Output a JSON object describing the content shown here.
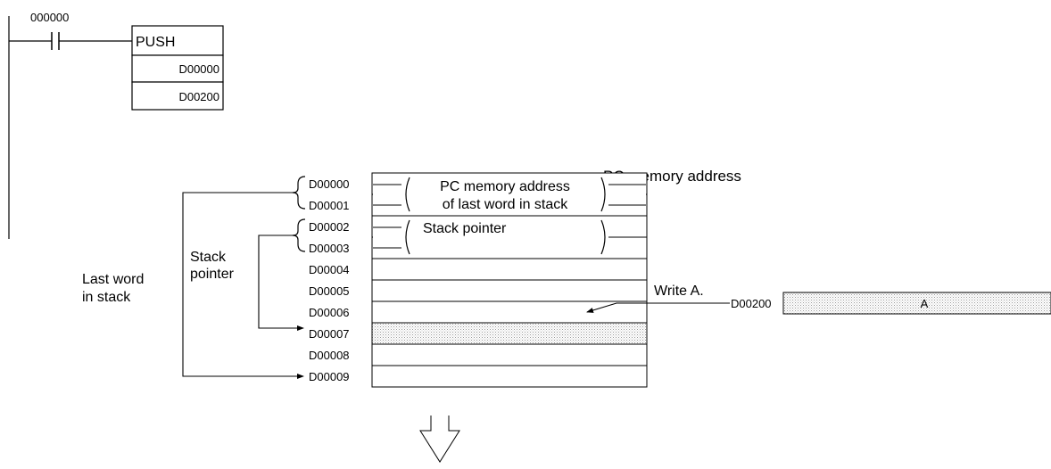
{
  "ladder": {
    "contact_address": "000000",
    "instruction": "PUSH",
    "operands": [
      "D00000",
      "D00200"
    ]
  },
  "memory": {
    "header": "PC memory address",
    "rows": [
      {
        "address": "D00000",
        "content": "PC memory address"
      },
      {
        "address": "D00001",
        "content": "of last word in stack"
      },
      {
        "address": "D00002",
        "content": "Stack pointer"
      },
      {
        "address": "D00003",
        "content": ""
      },
      {
        "address": "D00004",
        "content": ""
      },
      {
        "address": "D00005",
        "content": ""
      },
      {
        "address": "D00006",
        "content": ""
      },
      {
        "address": "D00007",
        "content": ""
      },
      {
        "address": "D00008",
        "content": ""
      },
      {
        "address": "D00009",
        "content": ""
      }
    ]
  },
  "labels": {
    "last_word": [
      "Last word",
      "in stack"
    ],
    "stack_pointer": [
      "Stack",
      "pointer"
    ],
    "write": "Write A."
  },
  "source": {
    "address": "D00200",
    "value": "A"
  },
  "colors": {
    "line": "#000000",
    "shaded_fill": "dotted-gray"
  }
}
